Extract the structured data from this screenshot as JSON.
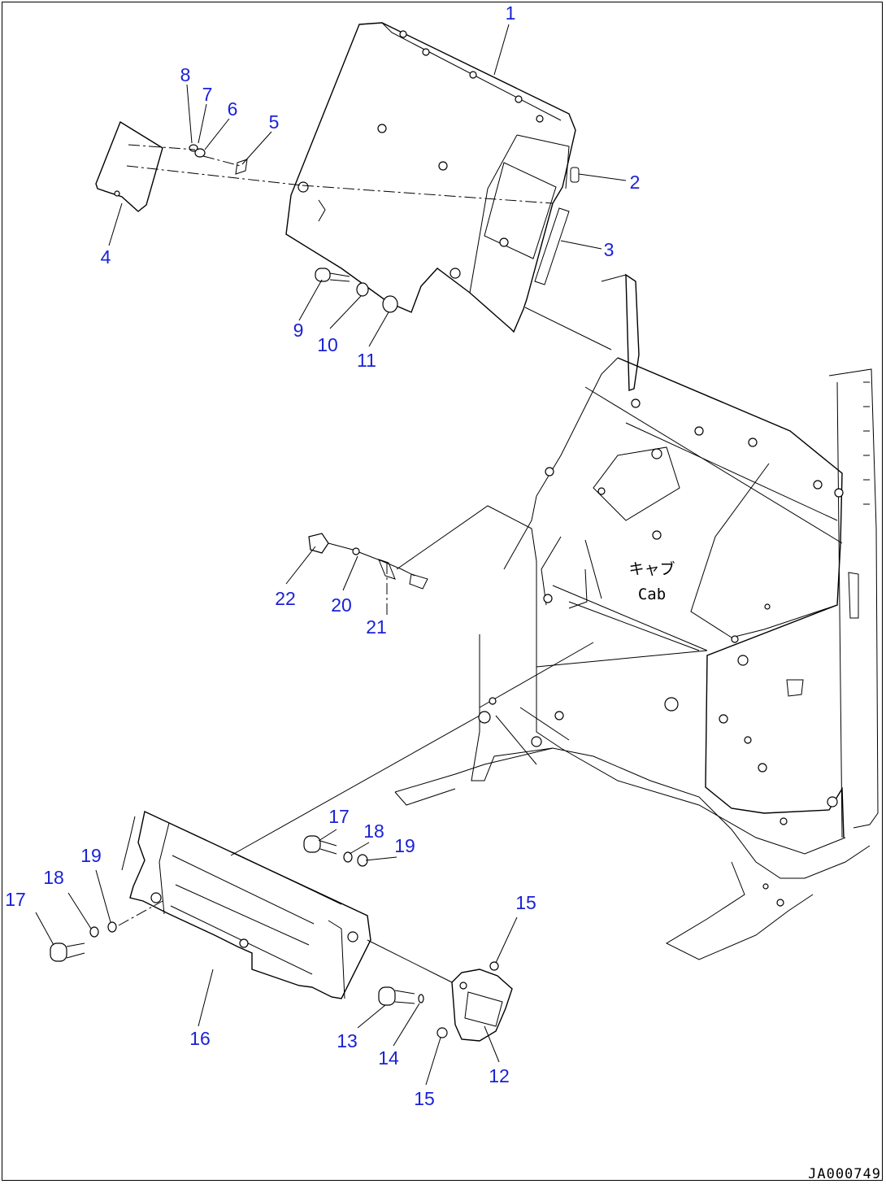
{
  "diagram": {
    "drawing_code": "JA000749",
    "cab_label_jp": "キャブ",
    "cab_label_en": "Cab",
    "callouts": [
      {
        "id": "c1",
        "text": "1"
      },
      {
        "id": "c2",
        "text": "2"
      },
      {
        "id": "c3",
        "text": "3"
      },
      {
        "id": "c4",
        "text": "4"
      },
      {
        "id": "c5",
        "text": "5"
      },
      {
        "id": "c6",
        "text": "6"
      },
      {
        "id": "c7",
        "text": "7"
      },
      {
        "id": "c8",
        "text": "8"
      },
      {
        "id": "c9",
        "text": "9"
      },
      {
        "id": "c10",
        "text": "10"
      },
      {
        "id": "c11",
        "text": "11"
      },
      {
        "id": "c12",
        "text": "12"
      },
      {
        "id": "c13",
        "text": "13"
      },
      {
        "id": "c14",
        "text": "14"
      },
      {
        "id": "c15a",
        "text": "15"
      },
      {
        "id": "c15b",
        "text": "15"
      },
      {
        "id": "c16",
        "text": "16"
      },
      {
        "id": "c17a",
        "text": "17"
      },
      {
        "id": "c17b",
        "text": "17"
      },
      {
        "id": "c18a",
        "text": "18"
      },
      {
        "id": "c18b",
        "text": "18"
      },
      {
        "id": "c19a",
        "text": "19"
      },
      {
        "id": "c19b",
        "text": "19"
      },
      {
        "id": "c20",
        "text": "20"
      },
      {
        "id": "c21",
        "text": "21"
      },
      {
        "id": "c22",
        "text": "22"
      }
    ],
    "colors": {
      "callout": "#1a22d6",
      "line": "#000000",
      "background": "#ffffff"
    }
  }
}
